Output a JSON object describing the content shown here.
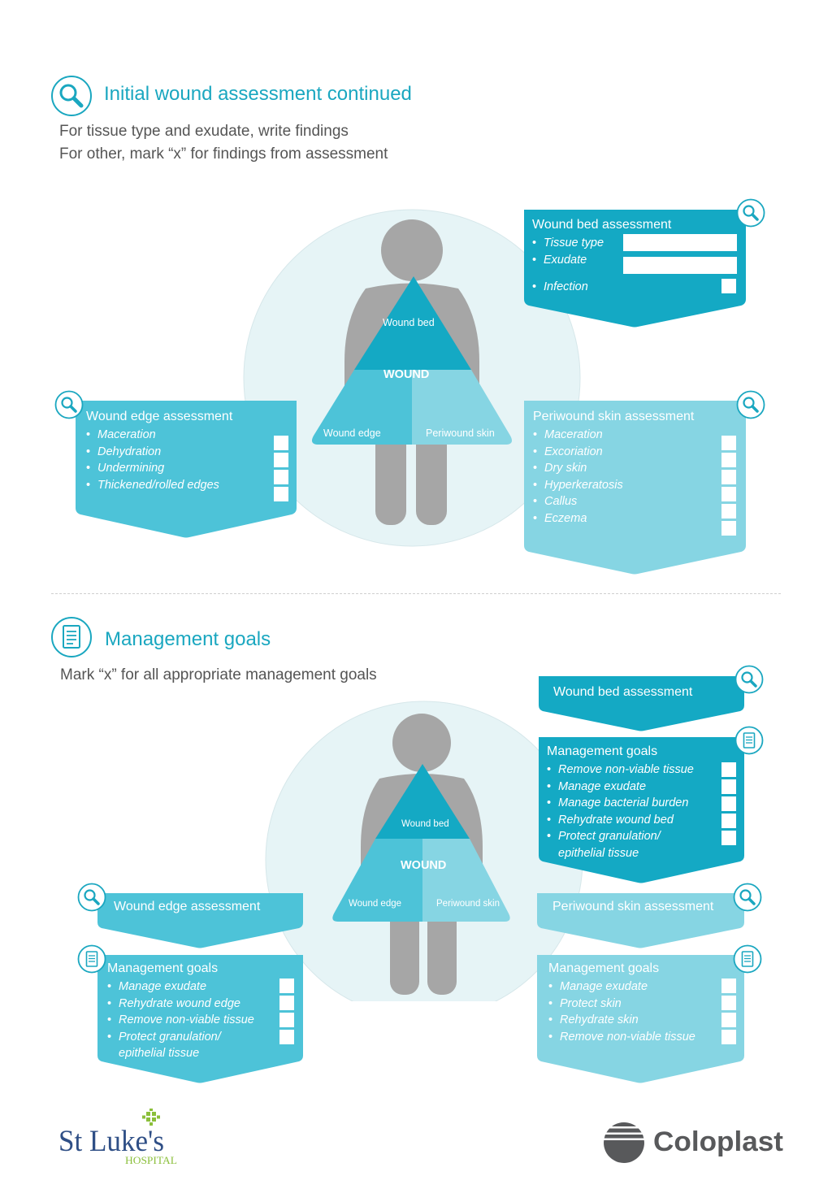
{
  "section1": {
    "title": "Initial wound assessment continued",
    "subtitle_1": "For tissue type and exudate, write findings",
    "subtitle_2": "For other, mark “x” for findings from assessment",
    "figure": {
      "wound_bed": "Wound bed",
      "wound": "WOUND",
      "wound_edge": "Wound edge",
      "periwound_skin": "Periwound skin"
    },
    "wound_bed_panel": {
      "title": "Wound bed assessment",
      "items": [
        "Tissue type",
        "Exudate",
        "Infection"
      ]
    },
    "wound_edge_panel": {
      "title": "Wound edge assessment",
      "items": [
        "Maceration",
        "Dehydration",
        "Undermining",
        "Thickened/rolled edges"
      ]
    },
    "periwound_panel": {
      "title": "Periwound skin assessment",
      "items": [
        "Maceration",
        "Excoriation",
        "Dry skin",
        "Hyperkeratosis",
        "Callus",
        "Eczema"
      ]
    }
  },
  "section2": {
    "title": "Management goals",
    "subtitle": "Mark “x” for all appropriate management goals",
    "figure": {
      "wound_bed": "Wound bed",
      "wound": "WOUND",
      "wound_edge": "Wound edge",
      "periwound_skin": "Periwound skin"
    },
    "wound_bed_header": "Wound bed assessment",
    "wound_bed_goals": {
      "title": "Management goals",
      "items": [
        "Remove non-viable tissue",
        "Manage exudate",
        "Manage bacterial burden",
        "Rehydrate wound bed",
        "Protect granulation/ epithelial tissue"
      ]
    },
    "wound_edge_header": "Wound edge assessment",
    "wound_edge_goals": {
      "title": "Management goals",
      "items": [
        "Manage exudate",
        "Rehydrate wound edge",
        "Remove non-viable tissue",
        "Protect granulation/ epithelial tissue"
      ]
    },
    "periwound_header": "Periwound skin assessment",
    "periwound_goals": {
      "title": "Management goals",
      "items": [
        "Manage exudate",
        "Protect skin",
        "Rehydrate skin",
        "Remove non-viable tissue"
      ]
    }
  },
  "footer": {
    "left_logo": "St Luke's HOSPITAL",
    "right_logo": "Coloplast"
  },
  "colors": {
    "accent": "#1aa7c0",
    "dark_panel": "#14a9c4",
    "mid_panel": "#4dc3d8",
    "light_panel": "#86d5e3",
    "circle": "#e6f4f6",
    "figure_grey": "#a6a6a6"
  }
}
